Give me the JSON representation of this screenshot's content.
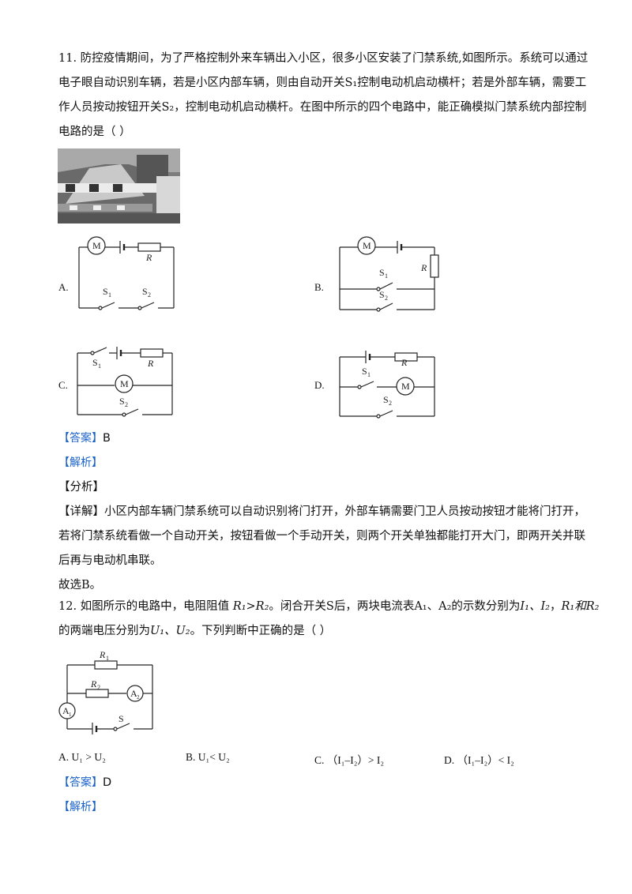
{
  "q11": {
    "line1": "11. 防控疫情期间，为了严格控制外来车辆出入小区，很多小区安装了门禁系统,如图所示。系统可以通过",
    "line2": "电子眼自动识别车辆，若是小区内部车辆，则由自动开关S₁控制电动机启动横杆；若是外部车辆，需要工",
    "line3": "作人员按动按钮开关S₂，控制电动机启动横杆。在图中所示的四个电路中，能正确模拟门禁系统内部控制",
    "line4": "电路的是（        ）",
    "options": {
      "a": "A.",
      "b": "B.",
      "c": "C.",
      "d": "D."
    },
    "labels": {
      "motor": "M",
      "r": "R",
      "s1": "S",
      "s2": "S",
      "sub1": "1",
      "sub2": "2"
    },
    "answer_tag": "【答案】",
    "answer": "B",
    "analysis_tag": "【解析】",
    "fenxi_tag": "【分析】",
    "detail_tag": "【详解】",
    "detail1": "小区内部车辆门禁系统可以自动识别将门打开，外部车辆需要门卫人员按动按钮才能将门打开，",
    "detail2": "若将门禁系统看做一个自动开关，按钮看做一个手动开关，则两个开关单独都能打开大门，即两开关并联",
    "detail3": "后再与电动机串联。",
    "conclusion": "故选B。"
  },
  "q12": {
    "line1_a": "12. 如图所示的电路中，电阻阻值 ",
    "line1_b": "R₁>R₂",
    "line1_c": "。闭合开关S后，两块电流表A₁、A₂的示数分别为",
    "line1_d": "I₁、I₂",
    "line1_e": "，",
    "line1_f": "R₁和R₂",
    "line2_a": "的两端电压分别为",
    "line2_b": "U₁、U₂",
    "line2_c": "。下列判断中正确的是（        ）",
    "circuit_labels": {
      "r1": "R",
      "r2": "R",
      "a1": "A",
      "a2": "A",
      "s": "S",
      "sub1": "1",
      "sub2": "2"
    },
    "choices": {
      "a": "A.   U₁ > U₂",
      "b": "B.   U₁< U₂",
      "c": "C.   （I₁–I₂）> I₂",
      "d": "D.   （I₁–I₂）< I₂"
    },
    "answer_tag": "【答案】",
    "answer": "D",
    "analysis_tag": "【解析】"
  }
}
